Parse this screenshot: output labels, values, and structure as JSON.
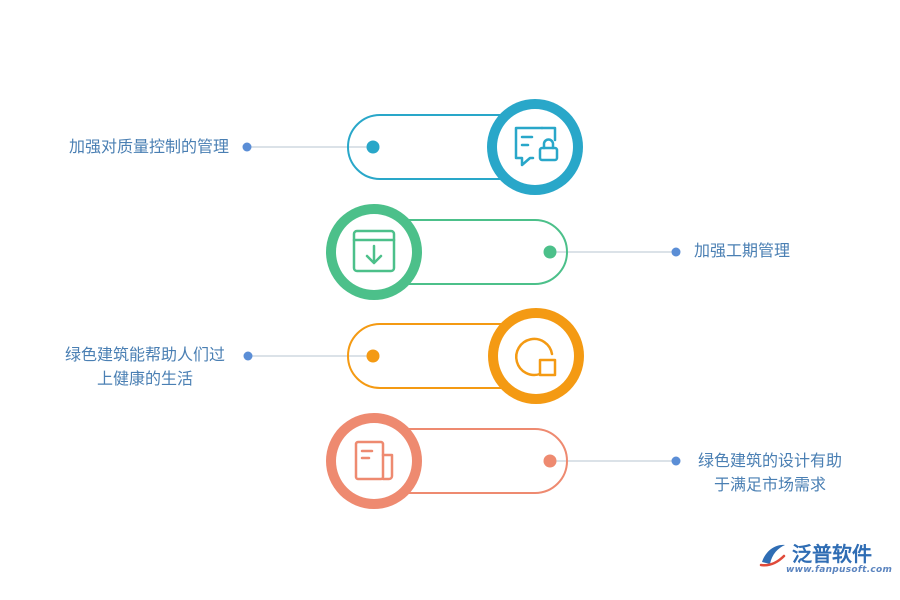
{
  "items": [
    {
      "label": "加强对质量控制的管理",
      "color": "#29a7c9",
      "icon": "chat-lock-icon"
    },
    {
      "label": "加强工期管理",
      "color": "#4cc08a",
      "icon": "inbox-download-icon"
    },
    {
      "label": "绿色建筑能帮助人们过\n上健康的生活",
      "color": "#f49a13",
      "icon": "pie-square-icon"
    },
    {
      "label": "绿色建筑的设计有助\n于满足市场需求",
      "color": "#ee8a70",
      "icon": "document-icon"
    }
  ],
  "accent_line_color": "#b7c4d2",
  "dot_color": "#5b8ed6",
  "brand": {
    "name": "泛普软件",
    "url": "www.fanpusoft.com"
  }
}
